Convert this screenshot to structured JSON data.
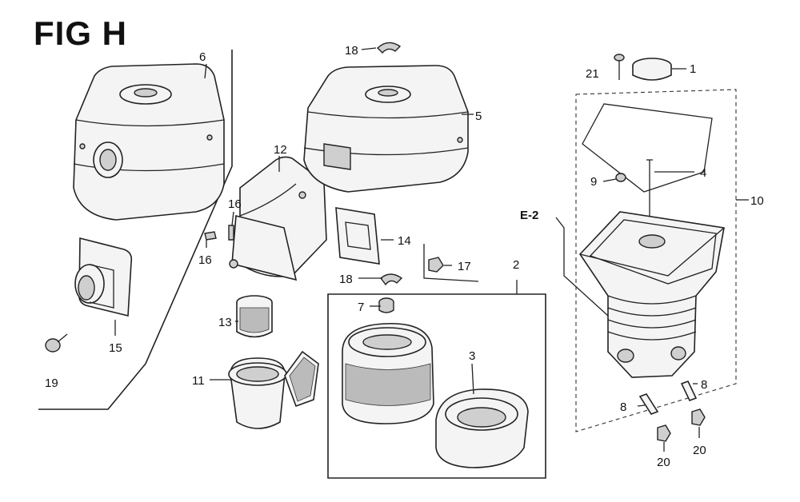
{
  "diagram": {
    "title": "FIG H",
    "callouts": [
      "1",
      "2",
      "3",
      "4",
      "5",
      "6",
      "7",
      "8",
      "8",
      "9",
      "10",
      "11",
      "12",
      "13",
      "14",
      "15",
      "16",
      "16",
      "17",
      "18",
      "18",
      "19",
      "20",
      "20",
      "21"
    ],
    "reference": "E-2"
  }
}
